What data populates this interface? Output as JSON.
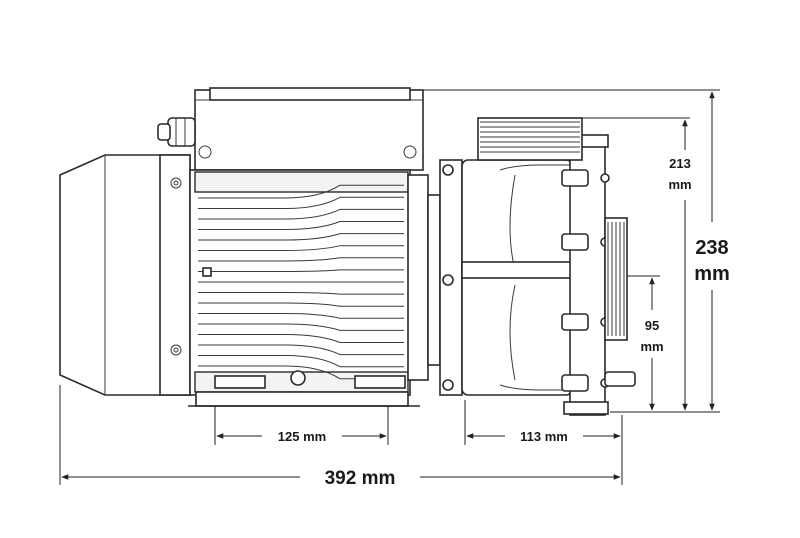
{
  "dimensions": {
    "motor_length": "125 mm",
    "pump_length": "113 mm",
    "total_length": "392 mm",
    "upper_height_value": "213",
    "upper_height_unit": "mm",
    "total_height_value": "238",
    "total_height_unit": "mm",
    "port_height_value": "95",
    "port_height_unit": "mm"
  },
  "colors": {
    "line": "#2a2a2a",
    "background": "#ffffff"
  }
}
